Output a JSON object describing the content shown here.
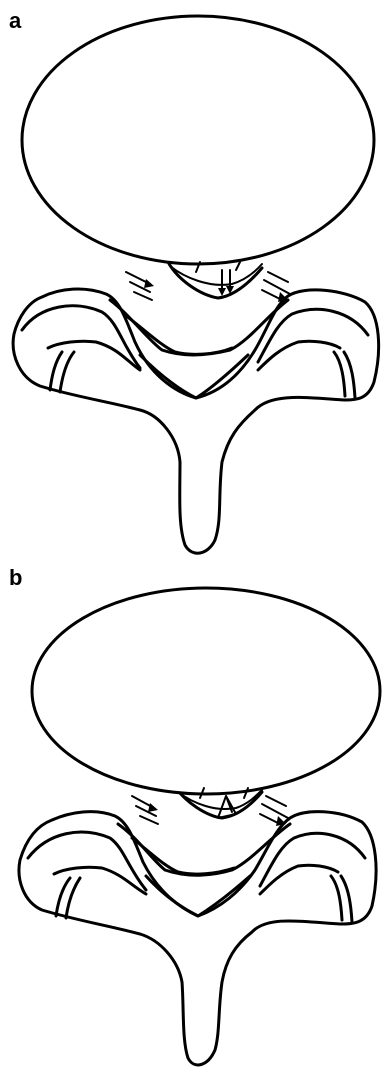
{
  "panels": [
    {
      "id": "a",
      "label": "a"
    },
    {
      "id": "b",
      "label": "b"
    }
  ],
  "ink_color": "#000000",
  "background_color": "#ffffff"
}
